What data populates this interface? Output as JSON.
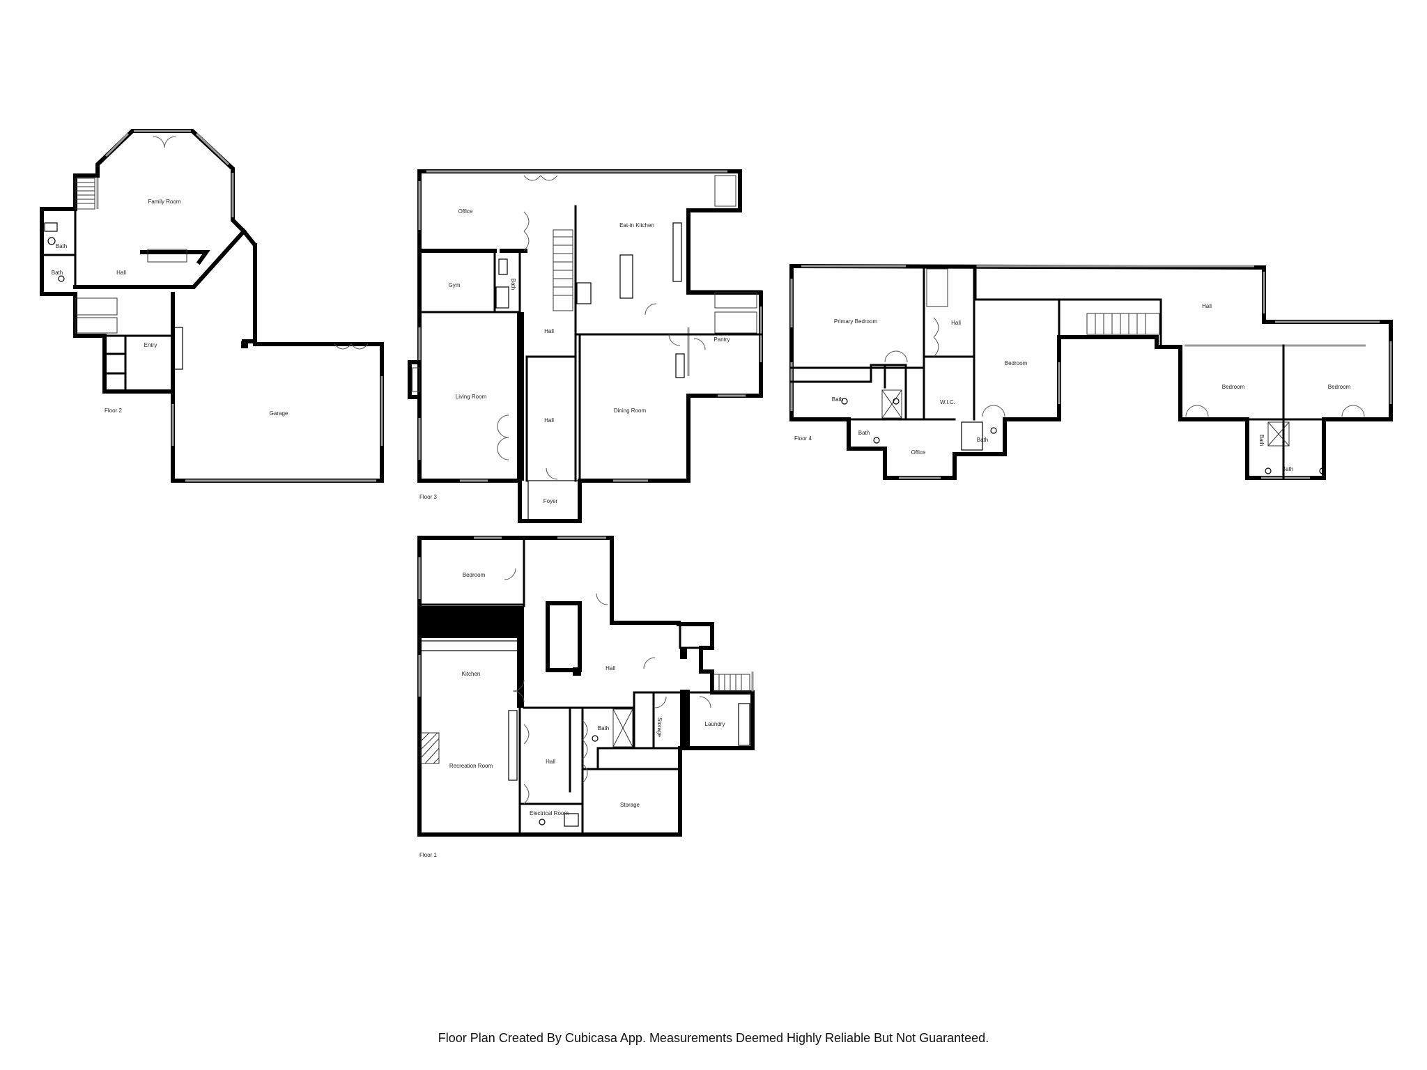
{
  "footer": "Floor Plan Created By Cubicasa App. Measurements Deemed Highly Reliable But Not Guaranteed.",
  "floors": {
    "floor2": {
      "label": "Floor 2",
      "rooms": {
        "family_room": "Family Room",
        "bath_upper": "Bath",
        "bath_lower": "Bath",
        "hall": "Hall",
        "entry": "Entry",
        "garage": "Garage"
      }
    },
    "floor3": {
      "label": "Floor 3",
      "rooms": {
        "office": "Office",
        "eat_in_kitchen": "Eat-in Kitchen",
        "gym": "Gym",
        "bath": "Bath",
        "hall_upper": "Hall",
        "living_room": "Living Room",
        "hall_lower": "Hall",
        "dining_room": "Dining Room",
        "pantry": "Pantry",
        "foyer": "Foyer"
      }
    },
    "floor4": {
      "label": "Floor 4",
      "rooms": {
        "primary_bedroom": "Primary Bedroom",
        "hall_small": "Hall",
        "hall_big": "Hall",
        "bedroom_center": "Bedroom",
        "bath_primary": "Bath",
        "wic": "W.I.C.",
        "bath_small": "Bath",
        "office": "Office",
        "bath_center": "Bath",
        "bedroom_right1": "Bedroom",
        "bedroom_right2": "Bedroom",
        "bath_vertical": "Bath",
        "bath_right": "Bath"
      }
    },
    "floor1": {
      "label": "Floor 1",
      "rooms": {
        "bedroom": "Bedroom",
        "kitchen": "Kitchen",
        "hall_big": "Hall",
        "bath": "Bath",
        "storage_small": "Storage",
        "laundry": "Laundry",
        "hall_small": "Hall",
        "recreation_room": "Recreation Room",
        "electrical_room": "Electrical Room",
        "storage": "Storage"
      }
    }
  }
}
